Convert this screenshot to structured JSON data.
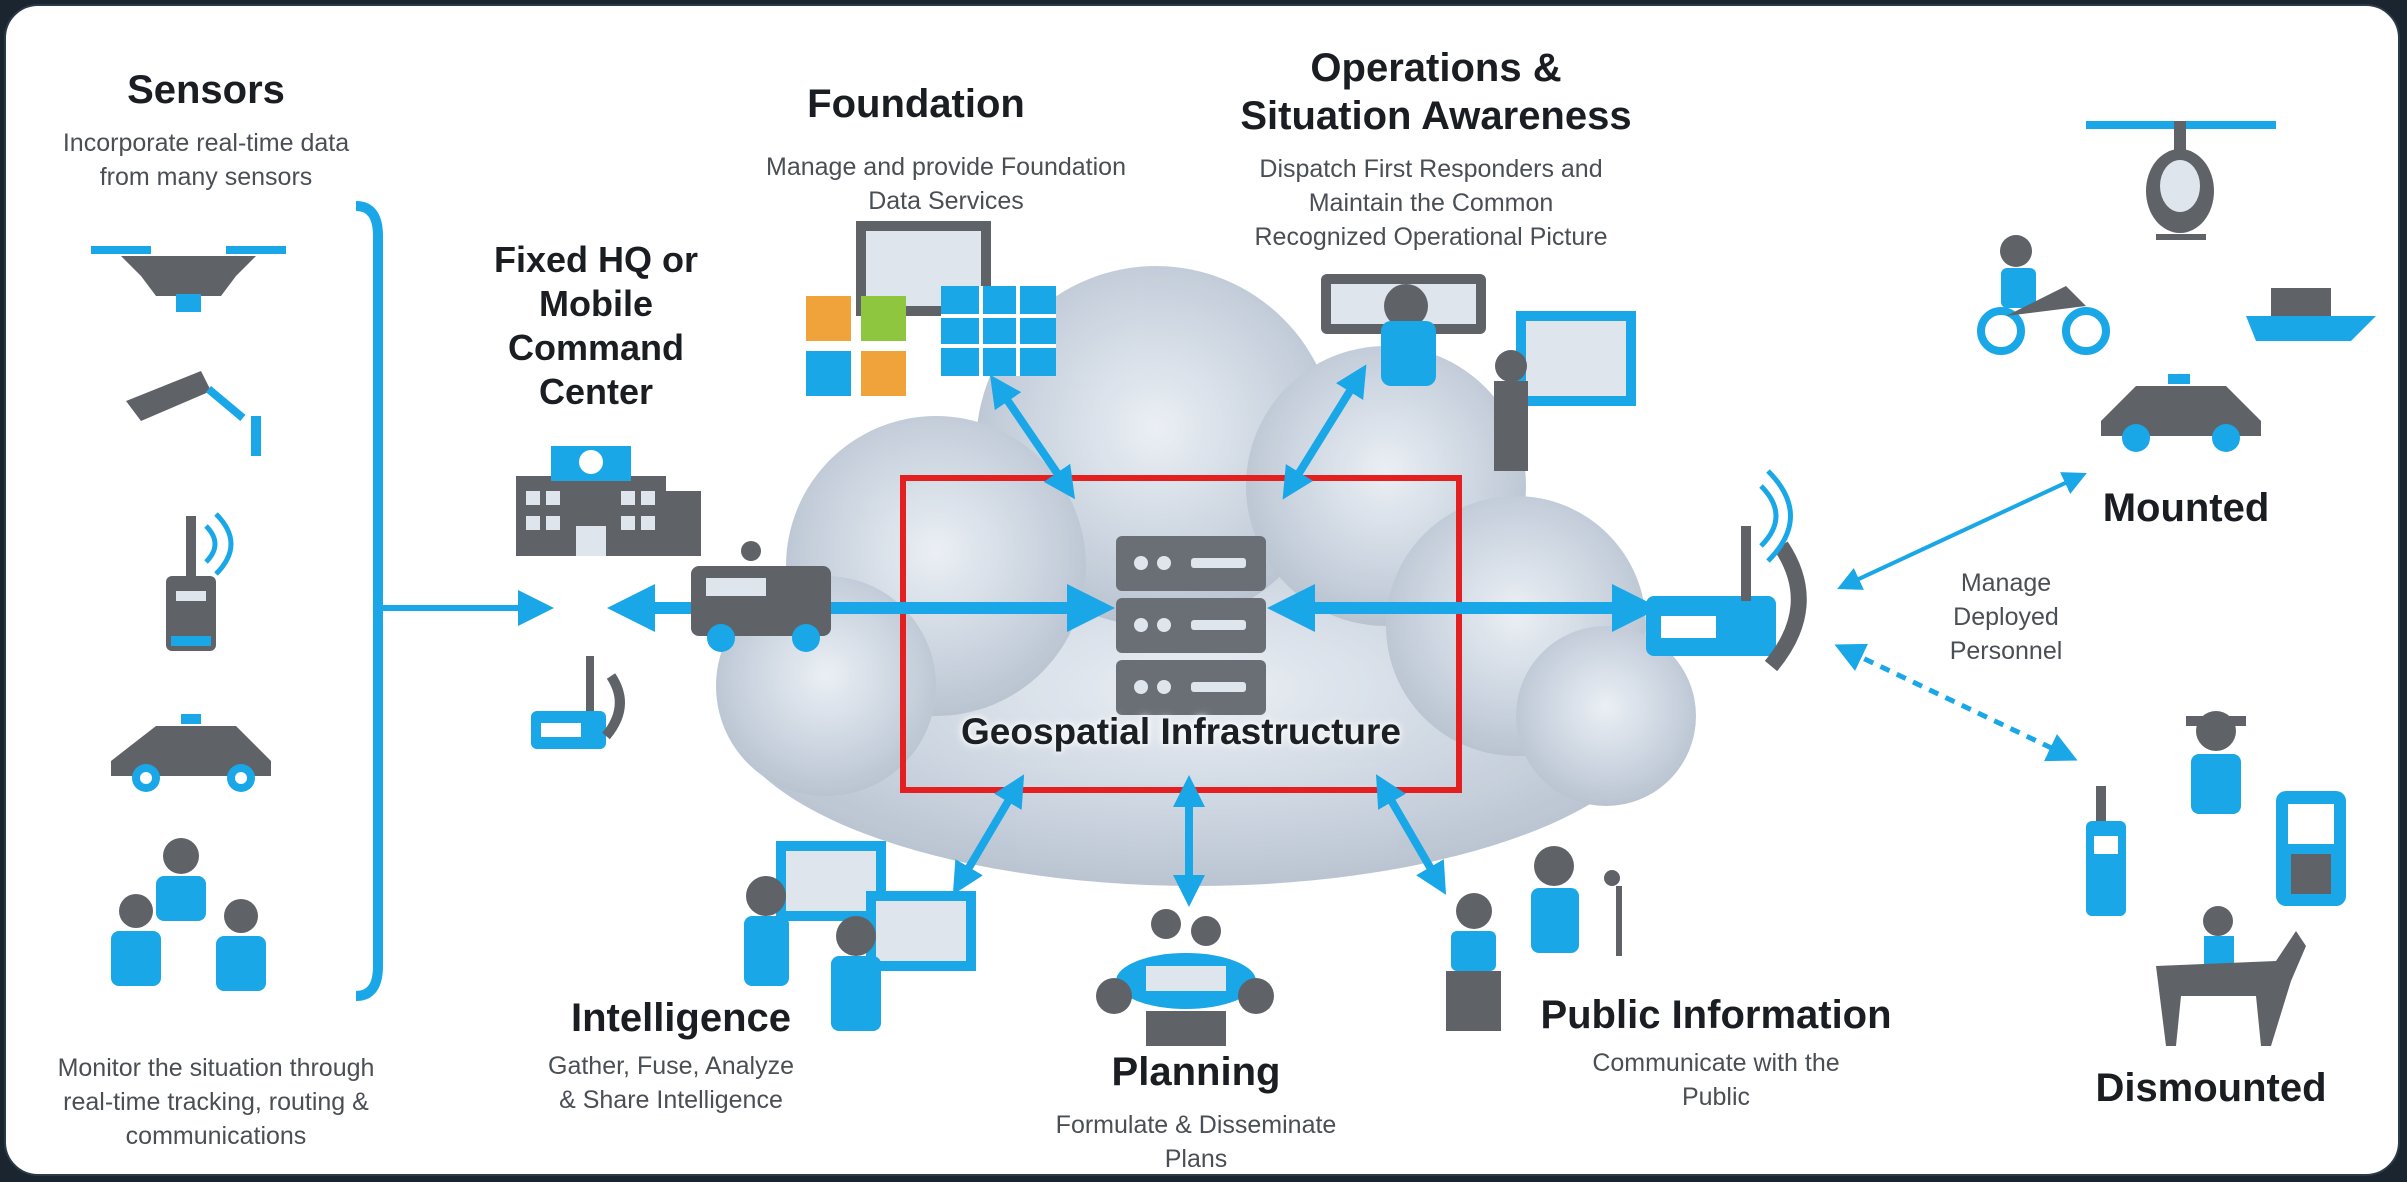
{
  "center": {
    "label": "Geospatial Infrastructure"
  },
  "sensors": {
    "title": "Sensors",
    "desc": "Incorporate real-time data\nfrom many sensors",
    "footer": "Monitor the situation through\nreal-time tracking, routing  &\ncommunications"
  },
  "command_center": {
    "title": "Fixed HQ or\nMobile\nCommand\nCenter"
  },
  "foundation": {
    "title": "Foundation",
    "desc": "Manage and provide Foundation\nData Services"
  },
  "operations": {
    "title": "Operations &\nSituation Awareness",
    "desc": "Dispatch First Responders and\nMaintain the Common\nRecognized Operational Picture"
  },
  "intelligence": {
    "title": "Intelligence",
    "desc": "Gather, Fuse, Analyze\n& Share Intelligence"
  },
  "planning": {
    "title": "Planning",
    "desc": "Formulate & Disseminate\nPlans"
  },
  "public_info": {
    "title": "Public Information",
    "desc": "Communicate with the\nPublic"
  },
  "deployed": {
    "mounted": "Mounted",
    "dismounted": "Dismounted",
    "manage": "Manage\nDeployed\nPersonnel"
  },
  "colors": {
    "accent": "#1aa7e8",
    "icon_gray": "#5f6368",
    "highlight_box": "#e41f1f",
    "cloud": "#b9c4d2"
  }
}
